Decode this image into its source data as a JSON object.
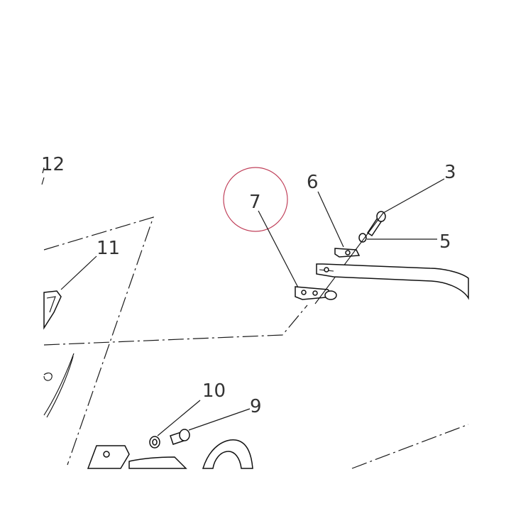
{
  "callouts": {
    "c12": "12",
    "c3": "3",
    "c6": "6",
    "c7": "7",
    "c5": "5",
    "c11": "11",
    "c10": "10",
    "c9": "9"
  },
  "highlight_color": "#c0405a"
}
